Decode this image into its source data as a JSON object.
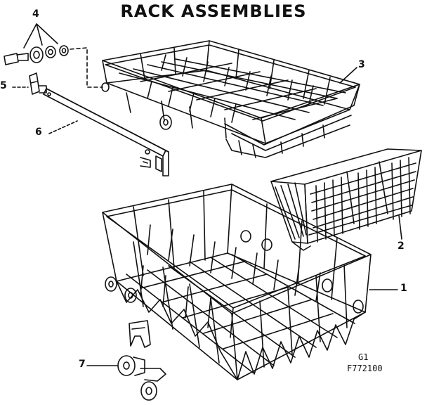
{
  "title": "RACK ASSEMBLIES",
  "callouts": {
    "p1": "1",
    "p2": "2",
    "p3": "3",
    "p4": "4",
    "p5": "5",
    "p6": "6",
    "p7": "7"
  },
  "codes": {
    "group": "G1",
    "figure": "F772100"
  }
}
